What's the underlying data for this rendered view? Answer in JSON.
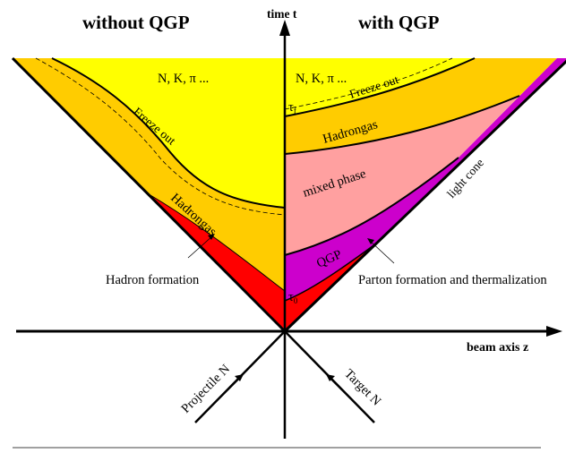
{
  "titles": {
    "left": "without QGP",
    "right": "with QGP"
  },
  "axes": {
    "time": "time t",
    "beam": "beam axis z"
  },
  "left_panel": {
    "particles": "N, K,  π ...",
    "freeze_out": "Freeze out",
    "hadrongas": "Hadrongas",
    "hadron_formation": "Hadron formation"
  },
  "right_panel": {
    "particles": "N, K,  π ...",
    "freeze_out": "Freeze out",
    "tau_f_symbol": "τ",
    "tau_f_sub": "f",
    "hadrongas": "Hadrongas",
    "mixed_phase": "mixed phase",
    "light_cone": "light cone",
    "qgp": "QGP",
    "tau_0_symbol": "τ",
    "tau_0_sub": "0",
    "parton_formation": "Parton formation and thermalization"
  },
  "incoming": {
    "projectile": "Projectile N",
    "target": "Target N"
  },
  "colors": {
    "yellow": "#ffff00",
    "orange": "#ffcc00",
    "red": "#ff0000",
    "pink": "#ffa0a0",
    "magenta": "#cc00cc",
    "line": "#000000"
  }
}
